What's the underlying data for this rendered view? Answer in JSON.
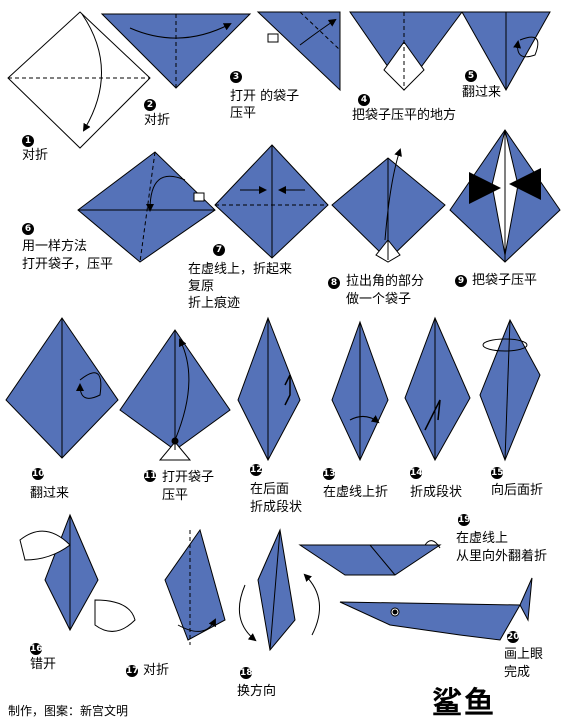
{
  "colors": {
    "paper_blue": "#5572b8",
    "line": "#000000",
    "bg": "#ffffff"
  },
  "steps": [
    {
      "num": "1",
      "text": "对折"
    },
    {
      "num": "2",
      "text": "对折"
    },
    {
      "num": "3",
      "line1": "打开 的袋子",
      "line2": "压平"
    },
    {
      "num": "4",
      "text": "把袋子压平的地方"
    },
    {
      "num": "5",
      "text": "翻过来"
    },
    {
      "num": "6",
      "line1": "用一样方法",
      "line2": "打开袋子，压平"
    },
    {
      "num": "7",
      "line1": "在虚线上，折起来",
      "line2": "复原",
      "line3": "折上痕迹"
    },
    {
      "num": "8",
      "line1": "拉出角的部分",
      "line2": "做一个袋子"
    },
    {
      "num": "9",
      "text": "把袋子压平"
    },
    {
      "num": "10",
      "text": "翻过来"
    },
    {
      "num": "11",
      "line1": "打开袋子",
      "line2": "压平"
    },
    {
      "num": "12",
      "line1": "在后面",
      "line2": "折成段状"
    },
    {
      "num": "13",
      "text": "在虚线上折"
    },
    {
      "num": "14",
      "text": "折成段状"
    },
    {
      "num": "15",
      "text": "向后面折"
    },
    {
      "num": "16",
      "text": "错开"
    },
    {
      "num": "17",
      "text": "对折"
    },
    {
      "num": "18",
      "text": "换方向"
    },
    {
      "num": "19",
      "line1": "在虚线上",
      "line2": "从里向外翻着折"
    },
    {
      "num": "20",
      "line1": "画上眼",
      "line2": "完成"
    }
  ],
  "title": "鲨鱼",
  "credit": "制作，图案：新宫文明"
}
